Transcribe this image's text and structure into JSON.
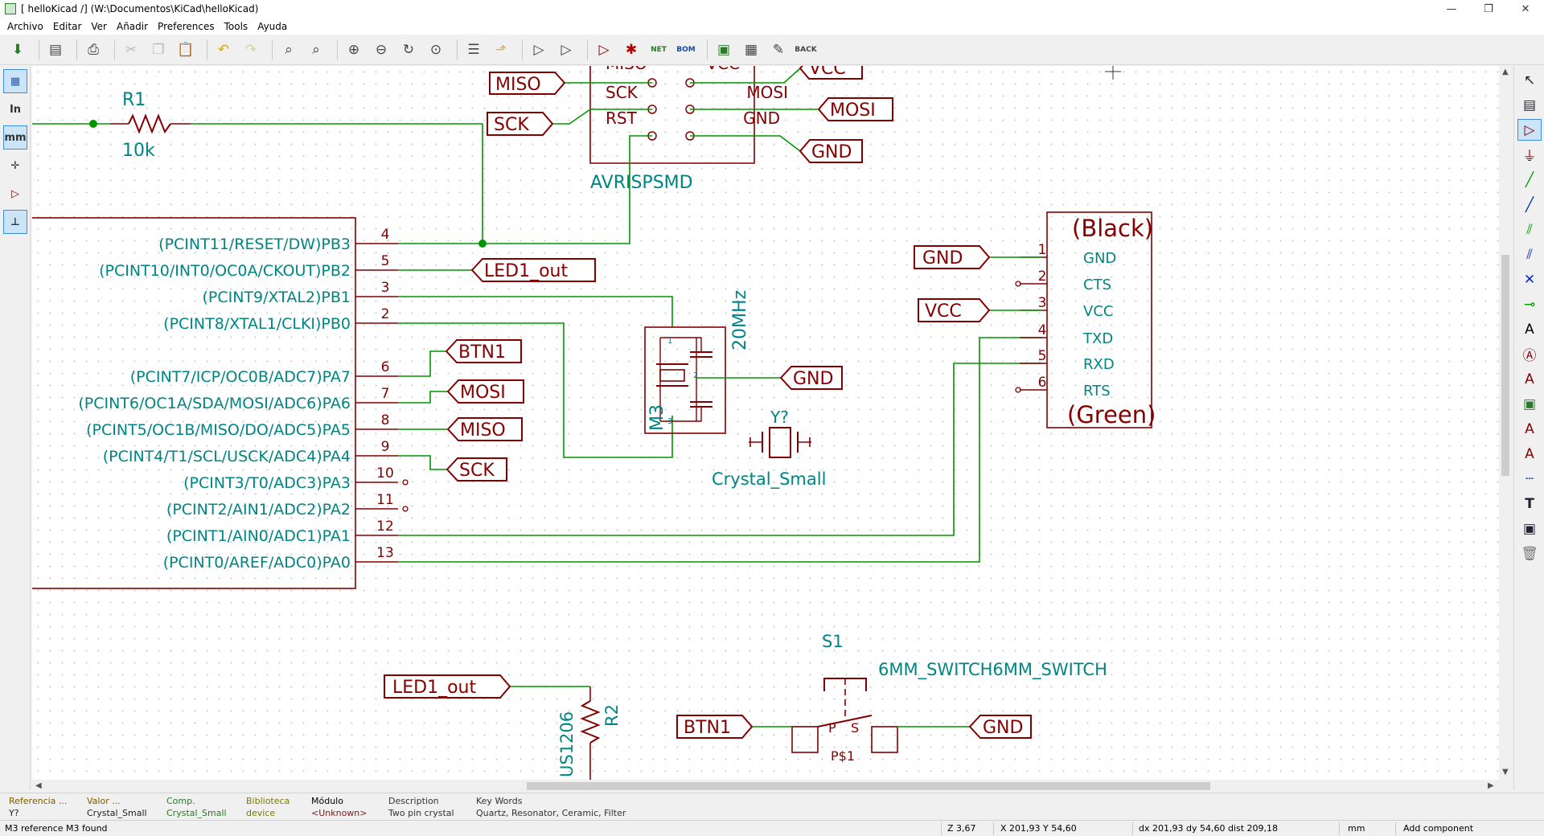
{
  "window": {
    "title": "[ helloKicad /] (W:\\Documentos\\KiCad\\helloKicad)",
    "minimize": "—",
    "maximize": "❐",
    "close": "✕"
  },
  "menu": [
    "Archivo",
    "Editar",
    "Ver",
    "Añadir",
    "Preferences",
    "Tools",
    "Ayuda"
  ],
  "toolbar_icons": [
    "save-icon",
    "page-settings-icon",
    "print-icon",
    "cut-icon",
    "copy-icon",
    "paste-icon",
    "undo-icon",
    "redo-icon",
    "find-icon",
    "find-replace-icon",
    "zoom-in-icon",
    "zoom-out-icon",
    "zoom-redraw-icon",
    "zoom-fit-icon",
    "hierarchy-icon",
    "leave-sheet-icon",
    "library-editor-icon",
    "library-browser-icon",
    "annotate-icon",
    "erc-icon",
    "netlist-icon",
    "bom-icon",
    "cvpcb-icon",
    "import-footprints-icon",
    "pcbnew-icon",
    "back-annotate-icon"
  ],
  "left_toolbar": {
    "grid": "▦",
    "units_in": "In",
    "units_mm": "mm",
    "cursor": "✛",
    "hidden_pins": "▷",
    "wire_angle": "⊥"
  },
  "right_toolbar_icons": [
    "select-icon",
    "hierarchy-nav-icon",
    "add-component-icon",
    "add-power-icon",
    "add-wire-icon",
    "add-bus-icon",
    "wire-to-bus-icon",
    "bus-to-bus-icon",
    "no-connect-icon",
    "add-junction-icon",
    "add-net-label-icon",
    "add-global-label-icon",
    "add-hier-label-icon",
    "add-sheet-icon",
    "import-sheet-pin-icon",
    "add-sheet-pin-icon",
    "add-graphic-line-icon",
    "add-text-icon",
    "add-image-icon",
    "delete-icon"
  ],
  "schematic": {
    "r1": {
      "ref": "R1",
      "value": "10k"
    },
    "isp": {
      "pins_left": [
        "MISO",
        "SCK",
        "RST"
      ],
      "pins_right": [
        "VCC",
        "MOSI",
        "GND"
      ],
      "name": "AVRISPSMD"
    },
    "isp_labels": {
      "miso": "MISO",
      "sck": "SCK",
      "vcc": "VCC",
      "mosi": "MOSI",
      "gnd": "GND"
    },
    "mcu_pins": [
      {
        "name": "(PCINT11/RESET/DW)PB3",
        "num": "4"
      },
      {
        "name": "(PCINT10/INT0/OC0A/CKOUT)PB2",
        "num": "5"
      },
      {
        "name": "(PCINT9/XTAL2)PB1",
        "num": "3"
      },
      {
        "name": "(PCINT8/XTAL1/CLKI)PB0",
        "num": "2"
      },
      {
        "name": "(PCINT7/ICP/OC0B/ADC7)PA7",
        "num": "6"
      },
      {
        "name": "(PCINT6/OC1A/SDA/MOSI/ADC6)PA6",
        "num": "7"
      },
      {
        "name": "(PCINT5/OC1B/MISO/DO/ADC5)PA5",
        "num": "8"
      },
      {
        "name": "(PCINT4/T1/SCL/USCK/ADC4)PA4",
        "num": "9"
      },
      {
        "name": "(PCINT3/T0/ADC3)PA3",
        "num": "10"
      },
      {
        "name": "(PCINT2/AIN1/ADC2)PA2",
        "num": "11"
      },
      {
        "name": "(PCINT1/AIN0/ADC1)PA1",
        "num": "12"
      },
      {
        "name": "(PCINT0/AREF/ADC0)PA0",
        "num": "13"
      }
    ],
    "mcu_labels": {
      "led1_out": "LED1_out",
      "btn1": "BTN1",
      "mosi": "MOSI",
      "miso": "MISO",
      "sck": "SCK"
    },
    "resonator": {
      "ref": "M3",
      "value": "20MHz",
      "gnd": "GND",
      "pin1": "1",
      "pin2": "2",
      "pin3": "3"
    },
    "crystal": {
      "ref": "Y?",
      "value": "Crystal_Small"
    },
    "ftdi": {
      "top": "(Black)",
      "bottom": "(Green)",
      "pins": [
        {
          "num": "1",
          "name": "GND"
        },
        {
          "num": "2",
          "name": "CTS"
        },
        {
          "num": "3",
          "name": "VCC"
        },
        {
          "num": "4",
          "name": "TXD"
        },
        {
          "num": "5",
          "name": "RXD"
        },
        {
          "num": "6",
          "name": "RTS"
        }
      ],
      "gnd_label": "GND",
      "vcc_label": "VCC"
    },
    "r2": {
      "ref": "R2",
      "value": "US1206",
      "label": "LED1_out"
    },
    "switch": {
      "ref": "S1",
      "value": "6MM_SWITCH6MM_SWITCH",
      "btn_label": "BTN1",
      "gnd_label": "GND",
      "pin_p": "P",
      "pin_s": "S",
      "pin_marks": "P$1"
    }
  },
  "message_panel": [
    {
      "key": "Referencia ...",
      "val": "Y?"
    },
    {
      "key": "Valor ...",
      "val": "Crystal_Small"
    },
    {
      "key": "Comp.",
      "val": "Crystal_Small"
    },
    {
      "key": "Biblioteca",
      "val": "device"
    },
    {
      "key": "Módulo",
      "val": "<Unknown>"
    },
    {
      "key": "Description",
      "val": "Two pin crystal"
    },
    {
      "key": "Key Words",
      "val": "Quartz, Resonator, Ceramic, Filter"
    }
  ],
  "status": {
    "message": "M3 reference M3 found",
    "zoom": "Z 3,67",
    "xy": "X 201,93  Y 54,60",
    "delta": "dx 201,93  dy 54,60  dist 209,18",
    "units": "mm",
    "mode": "Add component"
  },
  "colors": {
    "wire": "#009600",
    "component": "#840000",
    "pin_text": "#008484",
    "label": "#840000"
  }
}
